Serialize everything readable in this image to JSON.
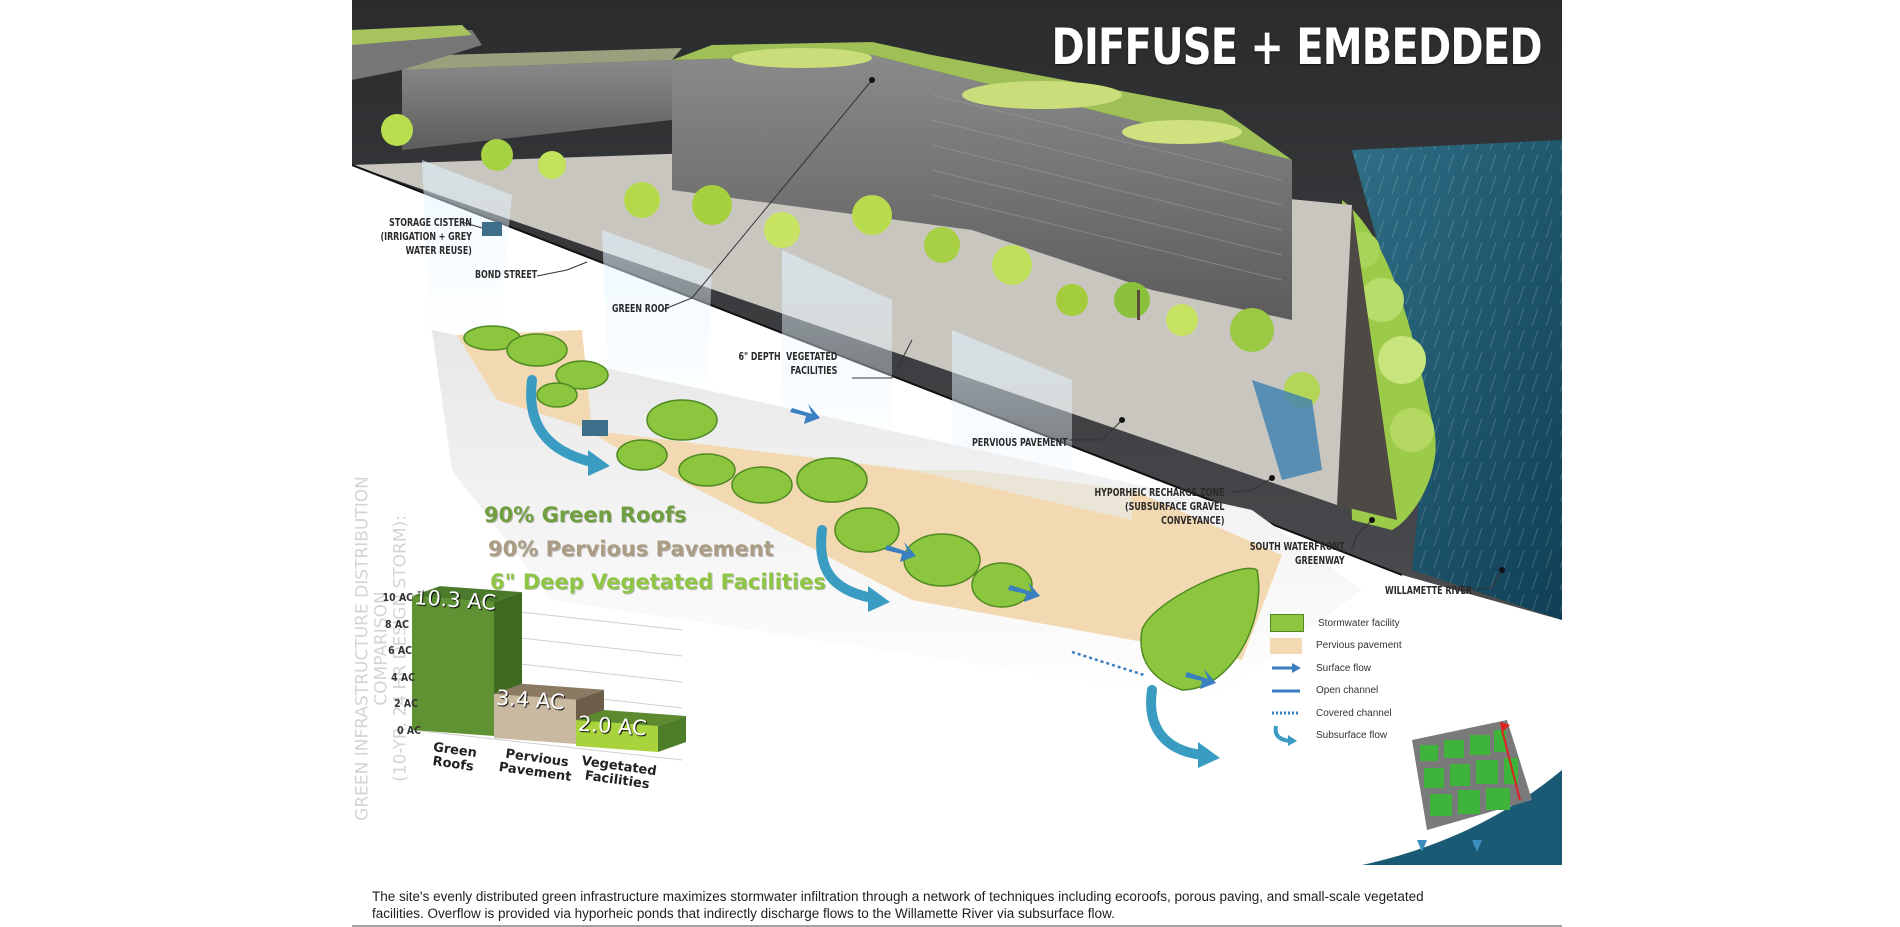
{
  "title": "DIFFUSE + EMBEDDED",
  "labels": {
    "storage_cistern": "STORAGE CISTERN\n(IRRIGATION + GREY\nWATER REUSE)",
    "bond_street": "BOND STREET",
    "green_roof": "GREEN ROOF",
    "vegetated_facilities": "6\" DEPTH  VEGETATED\nFACILITIES",
    "pervious_pavement": "PERVIOUS PAVEMENT",
    "hyporheic": "HYPORHEIC RECHARGE ZONE\n(SUBSURFACE GRAVEL\nCONVEYANCE)",
    "greenway": "SOUTH WATERFRONT\nGREENWAY",
    "river": "WILLAMETTE RIVER"
  },
  "legend": [
    {
      "label": "Stormwater facility",
      "icon": "green-swatch",
      "color": "#8cc63f"
    },
    {
      "label": "Pervious pavement",
      "icon": "tan-swatch",
      "color": "#f3d9b1"
    },
    {
      "label": "Surface flow",
      "icon": "arrow",
      "color": "#3a7fc0"
    },
    {
      "label": "Open channel",
      "icon": "line",
      "color": "#3a7fc0"
    },
    {
      "label": "Covered channel",
      "icon": "dotted-line",
      "color": "#3a7fc0"
    },
    {
      "label": "Subsurface flow",
      "icon": "curved-arrow",
      "color": "#3a7fc0"
    }
  ],
  "chart_data": {
    "type": "bar",
    "title": "GREEN INFRASTRUCTURE DISTRIBUTION COMPARISON",
    "subtitle": "(10-YR, 24 HR DESIGN STORM):",
    "legend": [
      "90% Green Roofs",
      "90% Pervious Pavement",
      "6\" Deep Vegetated Facilities"
    ],
    "legend_colors": [
      "#5e9232",
      "#a89a80",
      "#8dc63f"
    ],
    "categories": [
      "Green Roofs",
      "Pervious Pavement",
      "Vegetated Facilities"
    ],
    "values": [
      10.3,
      3.4,
      2.0
    ],
    "value_labels": [
      "10.3 AC",
      "3.4 AC",
      "2.0 AC"
    ],
    "bar_colors": [
      "#5e9232",
      "#c9b9a0",
      "#a8d33c"
    ],
    "y_ticks": [
      "10 AC",
      "8 AC",
      "6 AC",
      "4 AC",
      "2 AC",
      "0 AC"
    ],
    "ylim": [
      0,
      10
    ],
    "unit": "AC"
  },
  "caption": "The site's evenly distributed green infrastructure maximizes stormwater infiltration through a network of techniques including ecoroofs, porous paving, and small-scale vegetated facilities.  Overflow is provided via hyporheic ponds that indirectly discharge flows to the Willamette River via subsurface flow."
}
